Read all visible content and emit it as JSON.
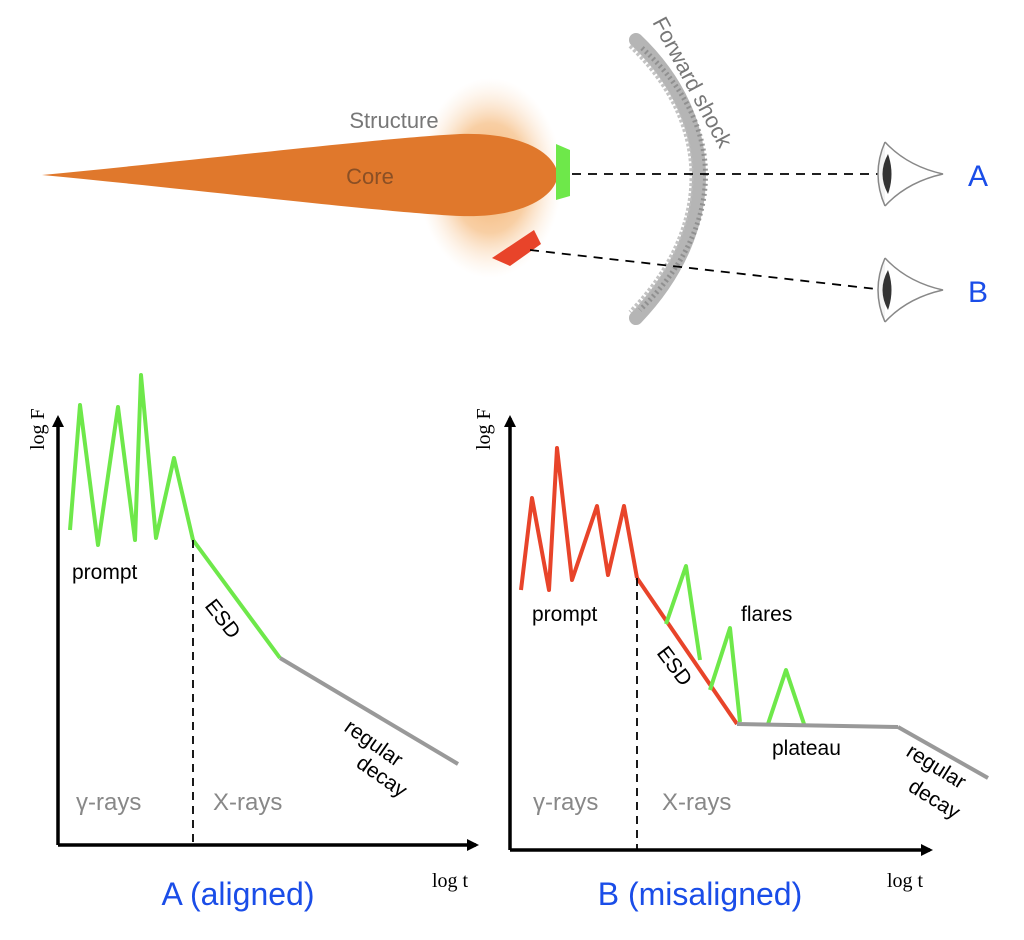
{
  "top": {
    "structure_label": "Structure",
    "core_label": "Core",
    "forward_shock_label": "Forward shock",
    "observer_a": "A",
    "observer_b": "B"
  },
  "panel_a": {
    "y_axis": "log F",
    "x_axis": "log t",
    "prompt": "prompt",
    "esd": "ESD",
    "regular": "regular",
    "decay": "decay",
    "gamma": "γ-rays",
    "xrays": "X-rays",
    "caption": "A (aligned)"
  },
  "panel_b": {
    "y_axis": "log F",
    "x_axis": "log t",
    "prompt": "prompt",
    "esd": "ESD",
    "flares": "flares",
    "plateau": "plateau",
    "regular": "regular",
    "decay": "decay",
    "gamma": "γ-rays",
    "xrays": "X-rays",
    "caption": "B (misaligned)"
  },
  "colors": {
    "green": "#6ee84a",
    "red": "#e8442a",
    "gray": "#999999",
    "blue": "#1a4de8",
    "orange": "#e0782c"
  }
}
